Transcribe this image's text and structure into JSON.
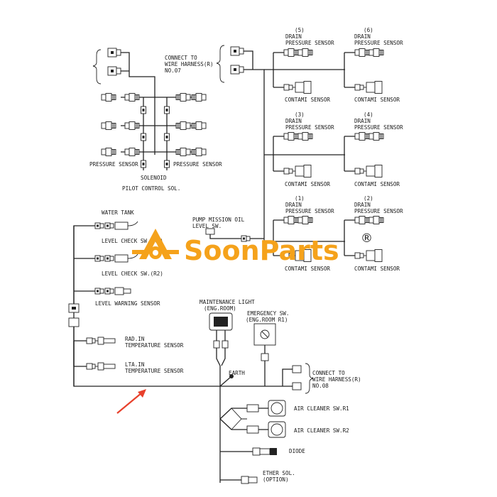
{
  "labels": {
    "connect_r07_1": "CONNECT TO",
    "connect_r07_2": "WIRE HARNESS(R)",
    "connect_r07_3": "NO.07",
    "pressure_sensor": "PRESSURE SENSOR",
    "solenoid": "SOLENOID",
    "pilot_control": "PILOT CONTROL SOL.",
    "water_tank": "WATER TANK",
    "level_check_r1": "LEVEL CHECK SW.(R1)",
    "level_check_r2": "LEVEL CHECK SW.(R2)",
    "level_warning": "LEVEL WARNING SENSOR",
    "rad_in_1": "RAD.IN",
    "rad_in_2": "TEMPERATURE SENSOR",
    "lta_in_1": "LTA.IN",
    "lta_in_2": "TEMPERATURE SENSOR",
    "pump_mission_1": "PUMP MISSION OIL",
    "pump_mission_2": "LEVEL SW.",
    "maintenance_1": "MAINTENANCE LIGHT",
    "maintenance_2": "(ENG.ROOM)",
    "emergency_1": "EMERGENCY SW.",
    "emergency_2": "(ENG.ROOM R1)",
    "earth": "EARTH",
    "connect_r08_1": "CONNECT TO",
    "connect_r08_2": "WIRE HARNESS(R)",
    "connect_r08_3": "NO.08",
    "air_cleaner_r1": "AIR CLEANER SW.R1",
    "air_cleaner_r2": "AIR CLEANER SW.R2",
    "diode": "DIODE",
    "ether_1": "ETHER SOL.",
    "ether_2": "(OPTION)",
    "drain": "DRAIN",
    "drain_pressure": "PRESSURE SENSOR",
    "contami": "CONTAMI SENSOR"
  },
  "drain_groups": [
    {
      "num": "(5)"
    },
    {
      "num": "(6)"
    },
    {
      "num": "(3)"
    },
    {
      "num": "(4)"
    },
    {
      "num": "(1)"
    },
    {
      "num": "(2)"
    }
  ],
  "watermark": {
    "brand": "SoonParts",
    "reg": "®",
    "color": "#f5a21b"
  },
  "colors": {
    "line": "#222222",
    "arrow": "#e8412c"
  }
}
